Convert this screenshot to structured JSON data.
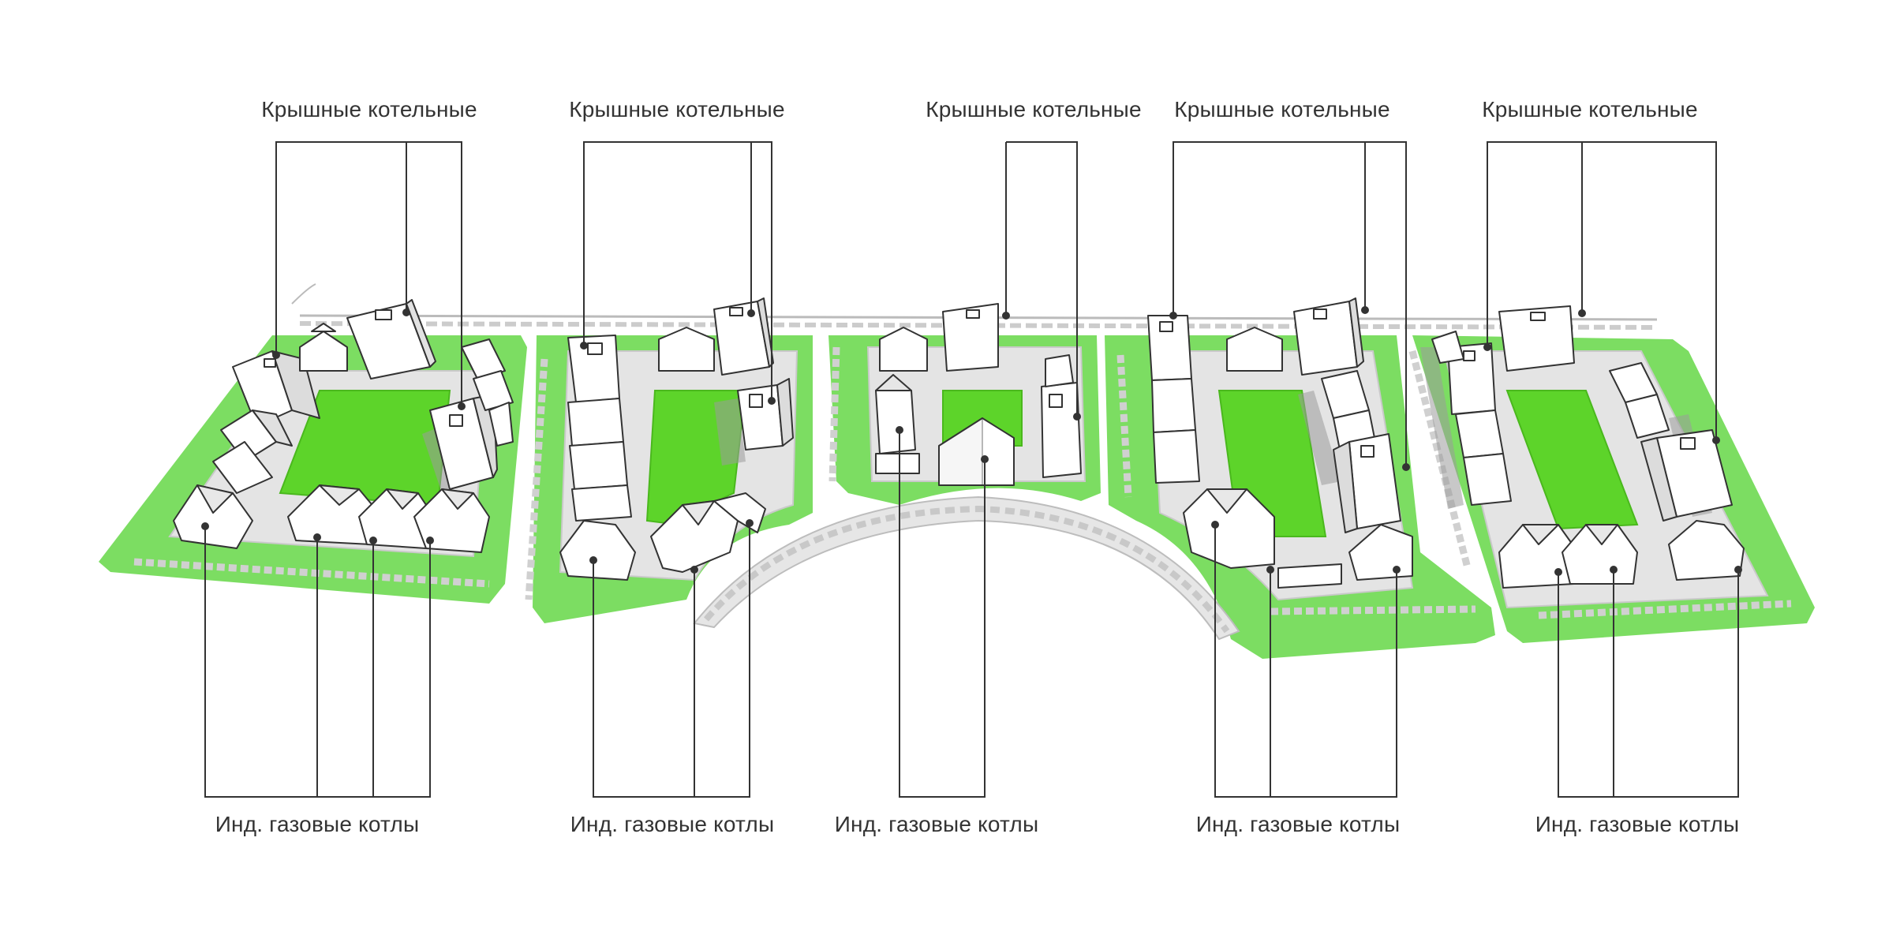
{
  "colors": {
    "grass": "#7cdd62",
    "courtyard": "#5dd42a",
    "pavement": "#e4e4e4",
    "building": "#ffffff",
    "building_side": "#d8d8d8",
    "shadow": "#a8a8a8",
    "line": "#333333"
  },
  "icons": {
    "marker": "dot-marker-icon"
  },
  "blocks": [
    {
      "top_label": "Крышные котельные",
      "bottom_label": "Инд. газовые котлы"
    },
    {
      "top_label": "Крышные котельные",
      "bottom_label": "Инд. газовые котлы"
    },
    {
      "top_label": "Крышные котельные",
      "bottom_label": "Инд. газовые котлы"
    },
    {
      "top_label": "Крышные котельные",
      "bottom_label": "Инд. газовые котлы"
    },
    {
      "top_label": "Крышные котельные",
      "bottom_label": "Инд. газовые котлы"
    }
  ]
}
